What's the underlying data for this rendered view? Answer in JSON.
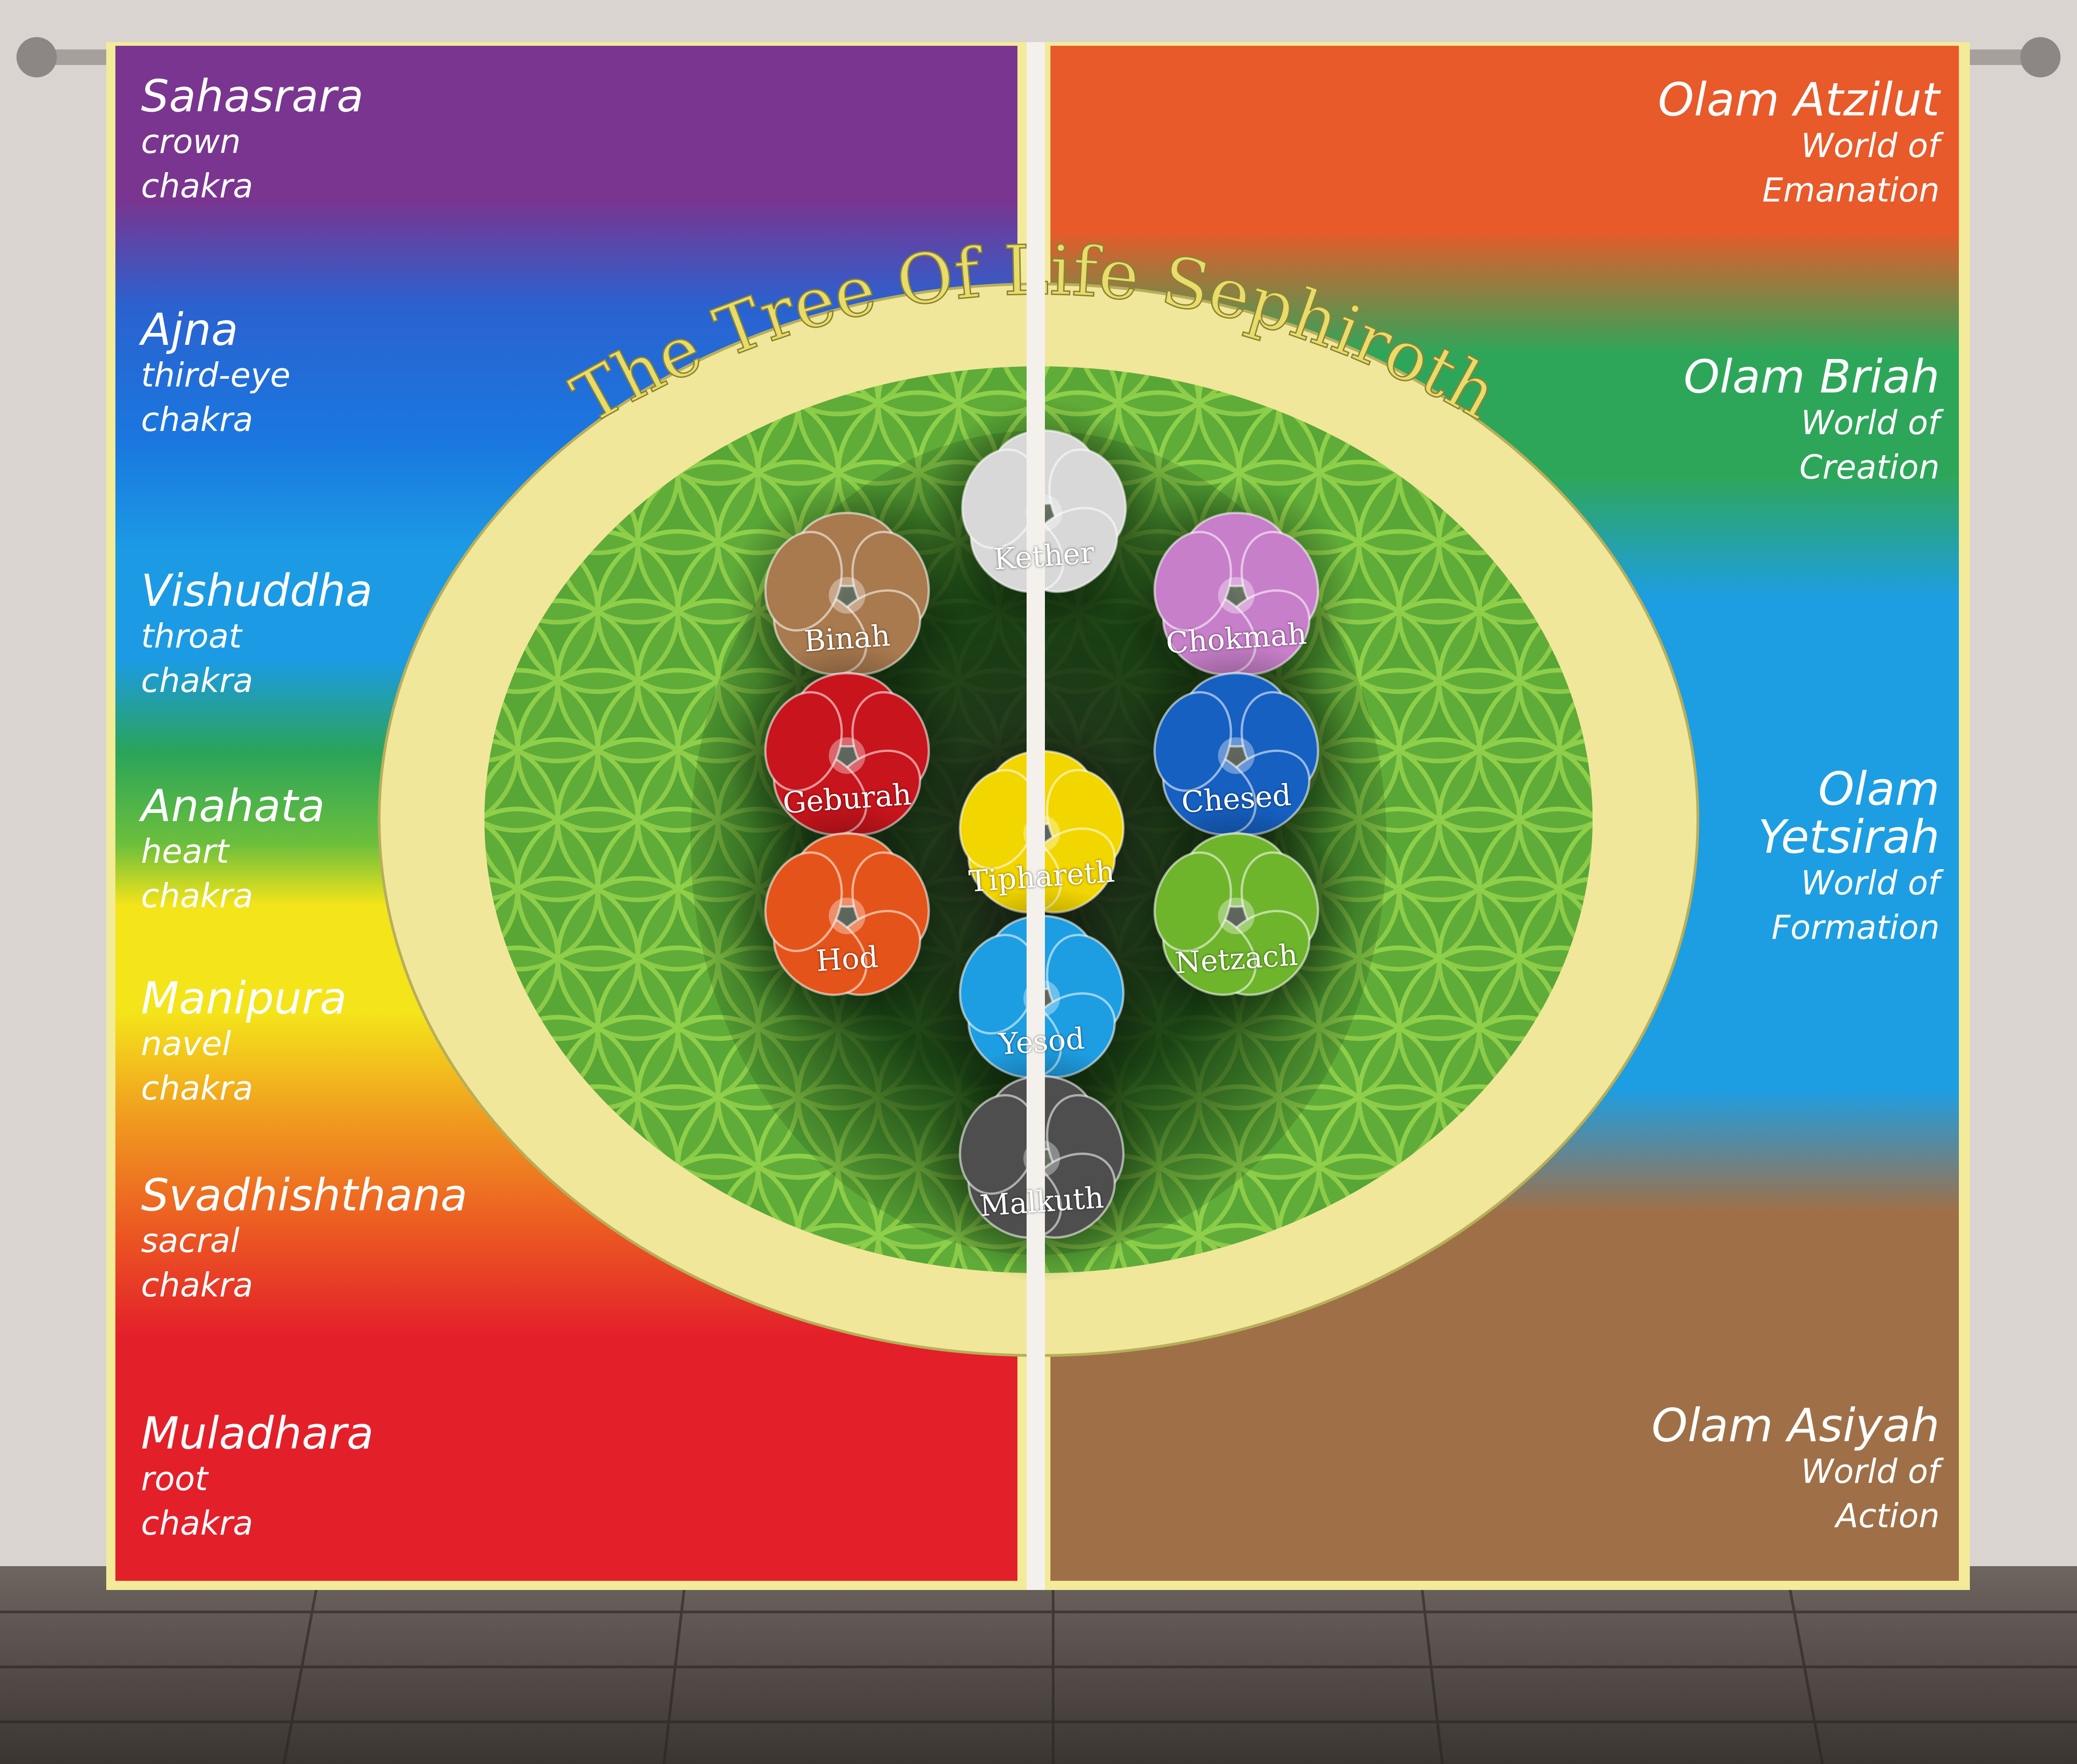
{
  "title": "The Tree Of Life Sephiroth",
  "chakras": [
    {
      "name": "Sahasrara",
      "sub1": "crown",
      "sub2": "chakra"
    },
    {
      "name": "Ajna",
      "sub1": "third-eye",
      "sub2": "chakra"
    },
    {
      "name": "Vishuddha",
      "sub1": "throat",
      "sub2": "chakra"
    },
    {
      "name": "Anahata",
      "sub1": "heart",
      "sub2": "chakra"
    },
    {
      "name": "Manipura",
      "sub1": "navel",
      "sub2": "chakra"
    },
    {
      "name": "Svadhishthana",
      "sub1": "sacral",
      "sub2": "chakra"
    },
    {
      "name": "Muladhara",
      "sub1": "root",
      "sub2": "chakra"
    }
  ],
  "worlds": [
    {
      "name1": "Olam Atzilut",
      "name2": "",
      "sub1": "World of",
      "sub2": "Emanation"
    },
    {
      "name1": "Olam Briah",
      "name2": "",
      "sub1": "World of",
      "sub2": "Creation"
    },
    {
      "name1": "Olam",
      "name2": "Yetsirah",
      "sub1": "World of",
      "sub2": "Formation"
    },
    {
      "name1": "Olam Asiyah",
      "name2": "",
      "sub1": "World of",
      "sub2": "Action"
    }
  ],
  "sephiroth": [
    {
      "name": "Kether",
      "color": "#d8d8d8"
    },
    {
      "name": "Binah",
      "color": "#a97a4e"
    },
    {
      "name": "Chokmah",
      "color": "#c77fc9"
    },
    {
      "name": "Geburah",
      "color": "#c8141c"
    },
    {
      "name": "Chesed",
      "color": "#1660c2"
    },
    {
      "name": "Tiphareth",
      "color": "#f2d600"
    },
    {
      "name": "Hod",
      "color": "#e4541a"
    },
    {
      "name": "Netzach",
      "color": "#6fb52c"
    },
    {
      "name": "Yesod",
      "color": "#1e9ee2"
    },
    {
      "name": "Malkuth",
      "color": "#4e4e4e"
    }
  ]
}
